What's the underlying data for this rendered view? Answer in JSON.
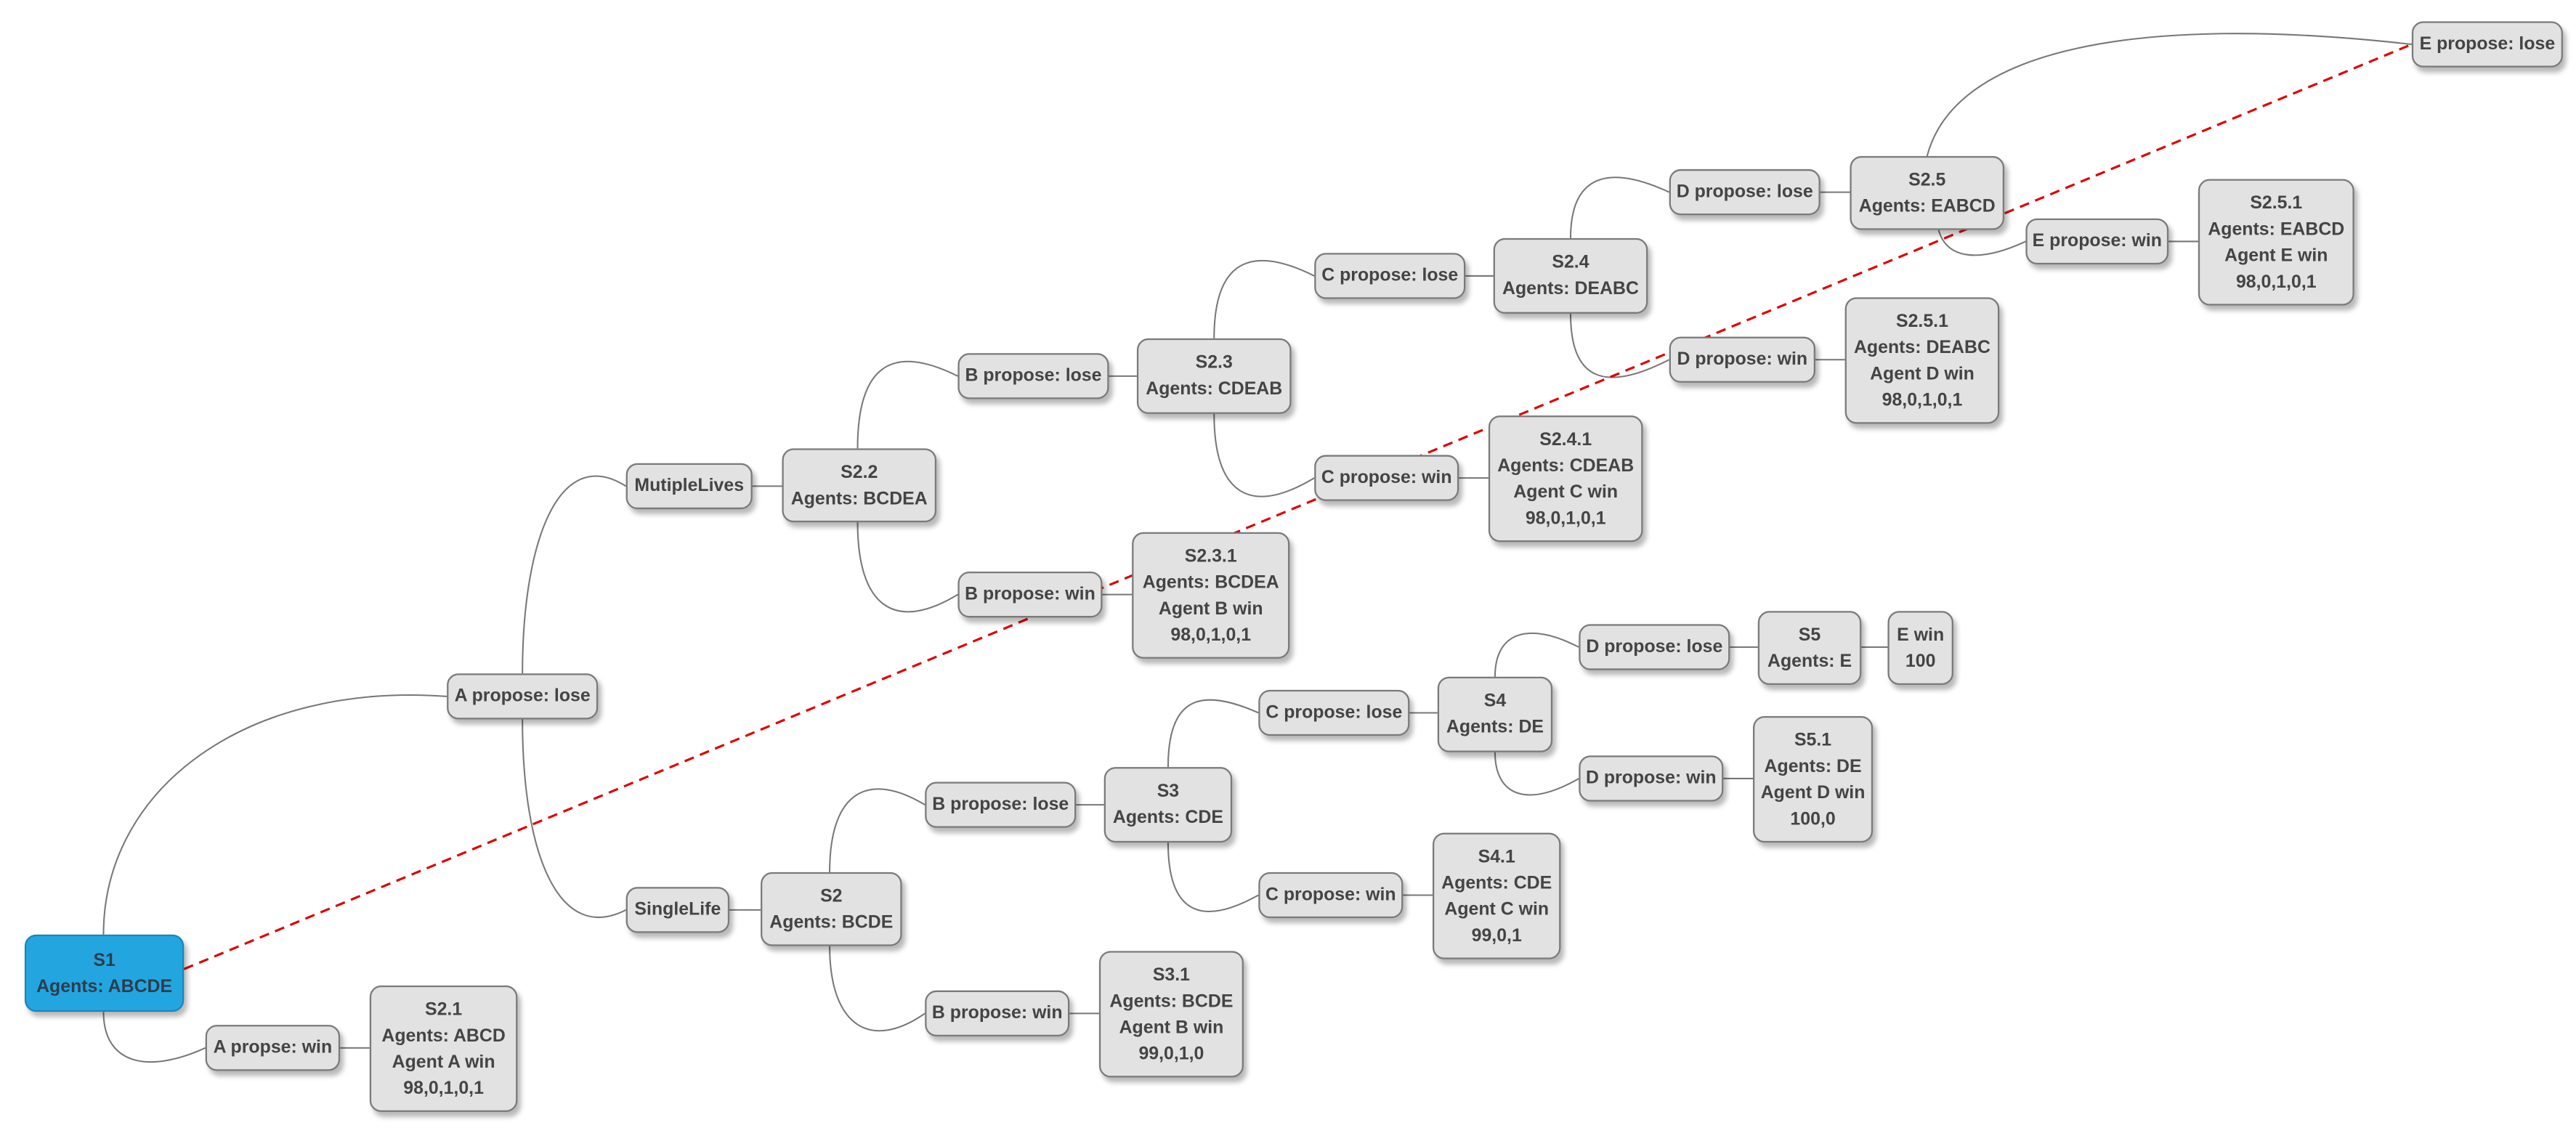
{
  "nodes": {
    "s1": {
      "line1": "S1",
      "line2": "Agents: ABCDE"
    },
    "a_propose_lose": {
      "line1": "A propose: lose"
    },
    "a_propose_win": {
      "line1": "A propse: win"
    },
    "s2_1": {
      "line1": "S2.1",
      "line2": "Agents: ABCD",
      "line3": "Agent A win",
      "line4": "98,0,1,0,1"
    },
    "mutiple_lives": {
      "line1": "MutipleLives"
    },
    "single_life": {
      "line1": "SingleLife"
    },
    "s2_2": {
      "line1": "S2.2",
      "line2": "Agents: BCDEA"
    },
    "b_propose_lose_m": {
      "line1": "B propose: lose"
    },
    "b_propose_win_m": {
      "line1": "B propose: win"
    },
    "s2_3": {
      "line1": "S2.3",
      "line2": "Agents: CDEAB"
    },
    "s2_3_1": {
      "line1": "S2.3.1",
      "line2": "Agents: BCDEA",
      "line3": "Agent B win",
      "line4": "98,0,1,0,1"
    },
    "c_propose_lose_m": {
      "line1": "C propose: lose"
    },
    "c_propose_win_m": {
      "line1": "C propose: win"
    },
    "s2_4": {
      "line1": "S2.4",
      "line2": "Agents: DEABC"
    },
    "s2_4_1": {
      "line1": "S2.4.1",
      "line2": "Agents: CDEAB",
      "line3": "Agent C win",
      "line4": "98,0,1,0,1"
    },
    "d_propose_lose_m": {
      "line1": "D propose: lose"
    },
    "d_propose_win_m": {
      "line1": "D propose: win"
    },
    "s2_5": {
      "line1": "S2.5",
      "line2": "Agents: EABCD"
    },
    "s2_5_1_d": {
      "line1": "S2.5.1",
      "line2": "Agents: DEABC",
      "line3": "Agent D win",
      "line4": "98,0,1,0,1"
    },
    "e_propose_lose": {
      "line1": "E propose: lose"
    },
    "e_propose_win": {
      "line1": "E propose: win"
    },
    "s2_5_1_e": {
      "line1": "S2.5.1",
      "line2": "Agents: EABCD",
      "line3": "Agent E win",
      "line4": "98,0,1,0,1"
    },
    "s2": {
      "line1": "S2",
      "line2": "Agents: BCDE"
    },
    "b_propose_lose_s": {
      "line1": "B propose: lose"
    },
    "b_propose_win_s": {
      "line1": "B propose: win"
    },
    "s3": {
      "line1": "S3",
      "line2": "Agents: CDE"
    },
    "s3_1": {
      "line1": "S3.1",
      "line2": "Agents: BCDE",
      "line3": "Agent B win",
      "line4": "99,0,1,0"
    },
    "c_propose_lose_s": {
      "line1": "C propose: lose"
    },
    "c_propose_win_s": {
      "line1": "C propose: win"
    },
    "s4": {
      "line1": "S4",
      "line2": "Agents: DE"
    },
    "s4_1": {
      "line1": "S4.1",
      "line2": "Agents: CDE",
      "line3": "Agent C win",
      "line4": "99,0,1"
    },
    "d_propose_lose_s": {
      "line1": "D propose: lose"
    },
    "d_propose_win_s": {
      "line1": "D propose: win"
    },
    "s5": {
      "line1": "S5",
      "line2": "Agents: E"
    },
    "e_win": {
      "line1": "E win",
      "line2": "100"
    },
    "s5_1": {
      "line1": "S5.1",
      "line2": "Agents: DE",
      "line3": "Agent D win",
      "line4": "100,0"
    }
  },
  "colors": {
    "node_fill": "#e2e2e2",
    "root_fill": "#23a6e0",
    "edge": "#777777",
    "dashed_line": "#e00000"
  }
}
